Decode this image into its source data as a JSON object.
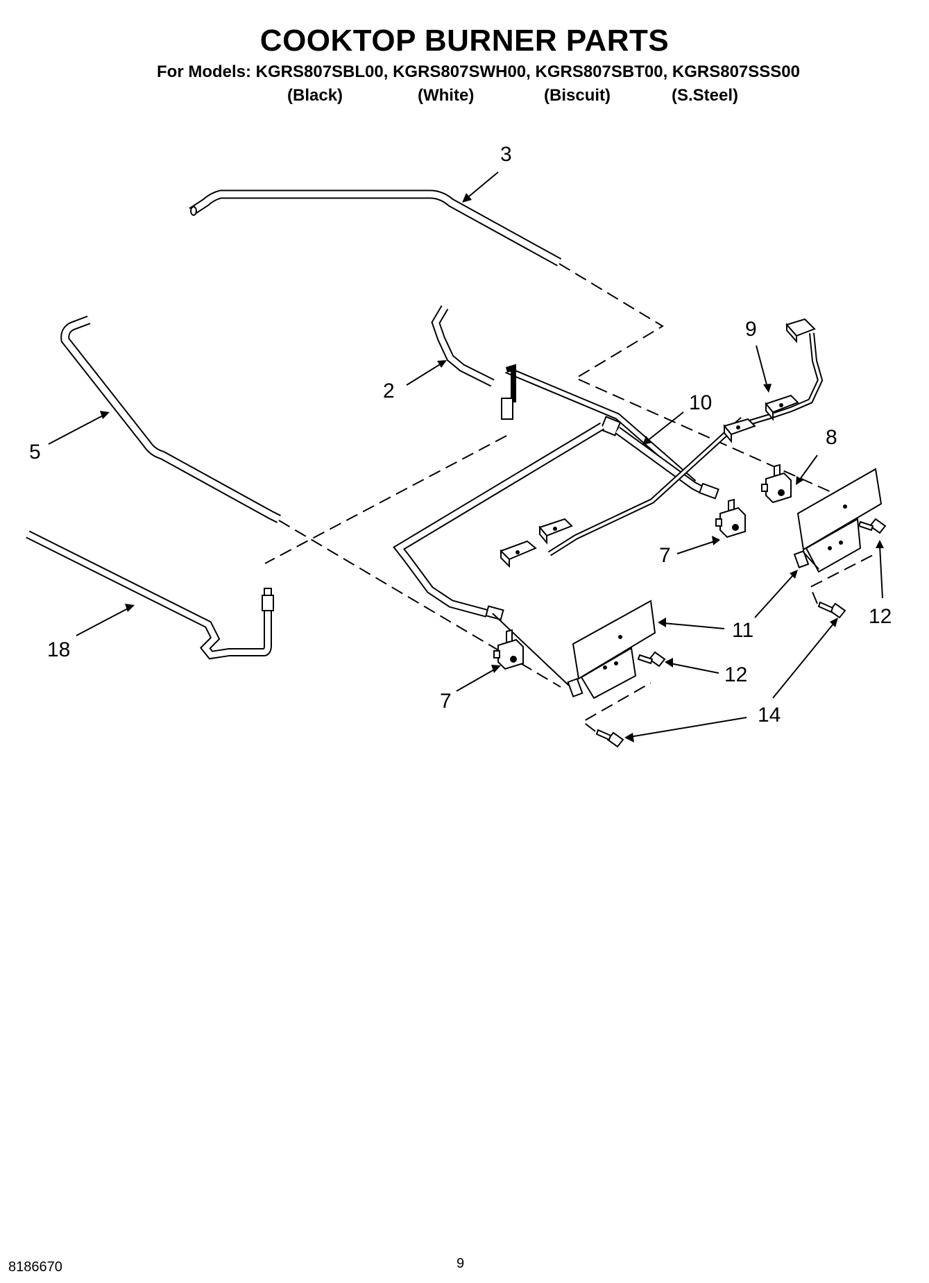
{
  "header": {
    "title": "COOKTOP BURNER PARTS",
    "models_line": "For Models: KGRS807SBL00, KGRS807SWH00, KGRS807SBT00, KGRS807SSS00",
    "variants": [
      "(Black)",
      "(White)",
      "(Biscuit)",
      "(S.Steel)"
    ]
  },
  "callouts": {
    "c3": "3",
    "c2": "2",
    "c5": "5",
    "c9": "9",
    "c10": "10",
    "c8": "8",
    "c7a": "7",
    "c7b": "7",
    "c11a": "11",
    "c12a": "12",
    "c12b": "12",
    "c14": "14",
    "c18": "18"
  },
  "footer": {
    "doc_number": "8186670",
    "page_number": "9"
  }
}
